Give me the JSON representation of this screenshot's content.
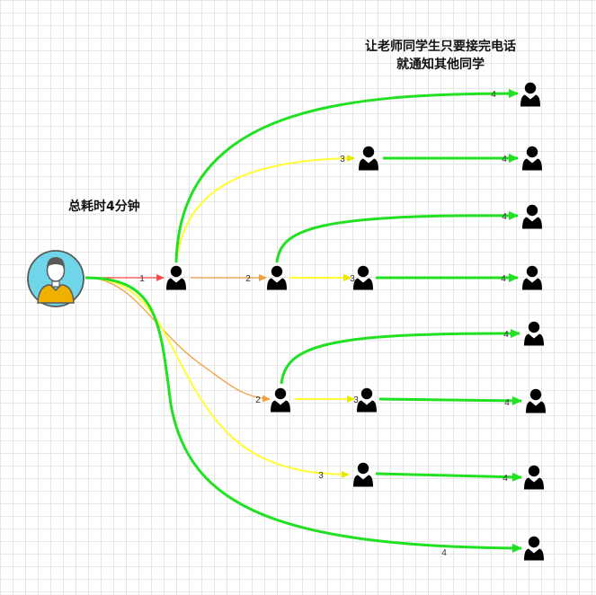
{
  "title_line1": "让老师同学生只要接完电话",
  "title_line2": "就通知其他同学",
  "total_time": "总耗时4分钟",
  "colors": {
    "step1": "#ff4d4d",
    "step2": "#f0a040",
    "step3": "#ffff33",
    "step4": "#22e022"
  },
  "icons": {
    "teacher": "teacher-avatar-icon",
    "student": "student-person-icon"
  },
  "edges": [
    {
      "step": "1"
    },
    {
      "step": "2"
    },
    {
      "step": "2"
    },
    {
      "step": "3"
    },
    {
      "step": "3"
    },
    {
      "step": "3"
    },
    {
      "step": "3"
    },
    {
      "step": "4"
    },
    {
      "step": "4"
    },
    {
      "step": "4"
    },
    {
      "step": "4"
    },
    {
      "step": "4"
    },
    {
      "step": "4"
    },
    {
      "step": "4"
    },
    {
      "step": "4"
    }
  ]
}
